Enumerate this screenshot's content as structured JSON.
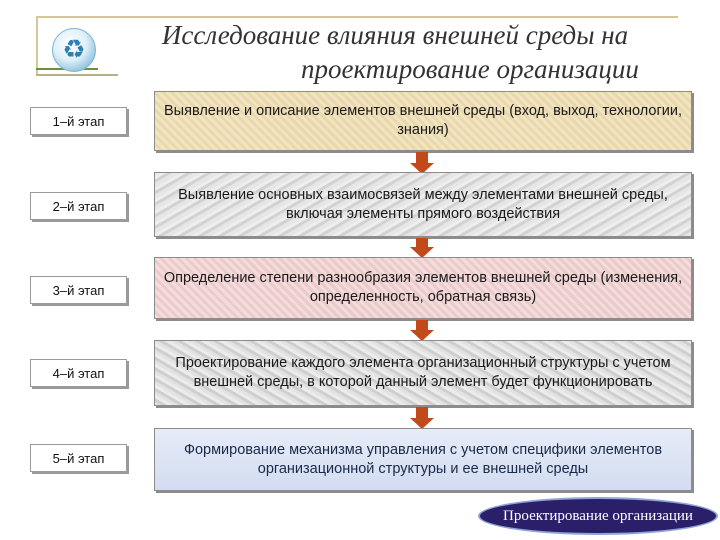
{
  "title": {
    "line1": "Исследование влияния внешней среды на",
    "line2": "проектирование организации"
  },
  "logo_icon": "recycle-icon",
  "stages": [
    {
      "label": "1–й этап",
      "text": "Выявление и описание элементов внешней среды (вход, выход, технологии, знания)"
    },
    {
      "label": "2–й этап",
      "text": "Выявление основных взаимосвязей между элементами внешней среды, включая элементы прямого воздействия"
    },
    {
      "label": "3–й этап",
      "text": "Определение степени разнообразия элементов внешней среды (изменения, определенность, обратная связь)"
    },
    {
      "label": "4–й этап",
      "text": "Проектирование каждого элемента организационный структуры с учетом внешней среды, в которой данный элемент будет функционировать"
    },
    {
      "label": "5–й этап",
      "text": "Формирование механизма управления с учетом специфики элементов организационной структуры и ее внешней среды"
    }
  ],
  "footer_button": "Проектирование организации",
  "colors": {
    "arrow": "#c24a1a",
    "button_bg": "#2b1f6a"
  }
}
